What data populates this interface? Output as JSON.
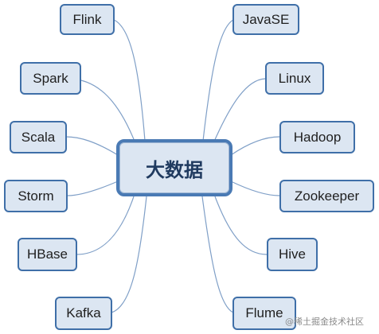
{
  "center": {
    "label": "大数据"
  },
  "nodes": {
    "flink": "Flink",
    "spark": "Spark",
    "scala": "Scala",
    "storm": "Storm",
    "hbase": "HBase",
    "kafka": "Kafka",
    "javase": "JavaSE",
    "linux": "Linux",
    "hadoop": "Hadoop",
    "zookeeper": "Zookeeper",
    "hive": "Hive",
    "flume": "Flume"
  },
  "watermark": "@稀土掘金技术社区",
  "colors": {
    "node_fill": "#dce6f2",
    "node_border": "#3f6fa8",
    "link": "#7f9fc7"
  }
}
